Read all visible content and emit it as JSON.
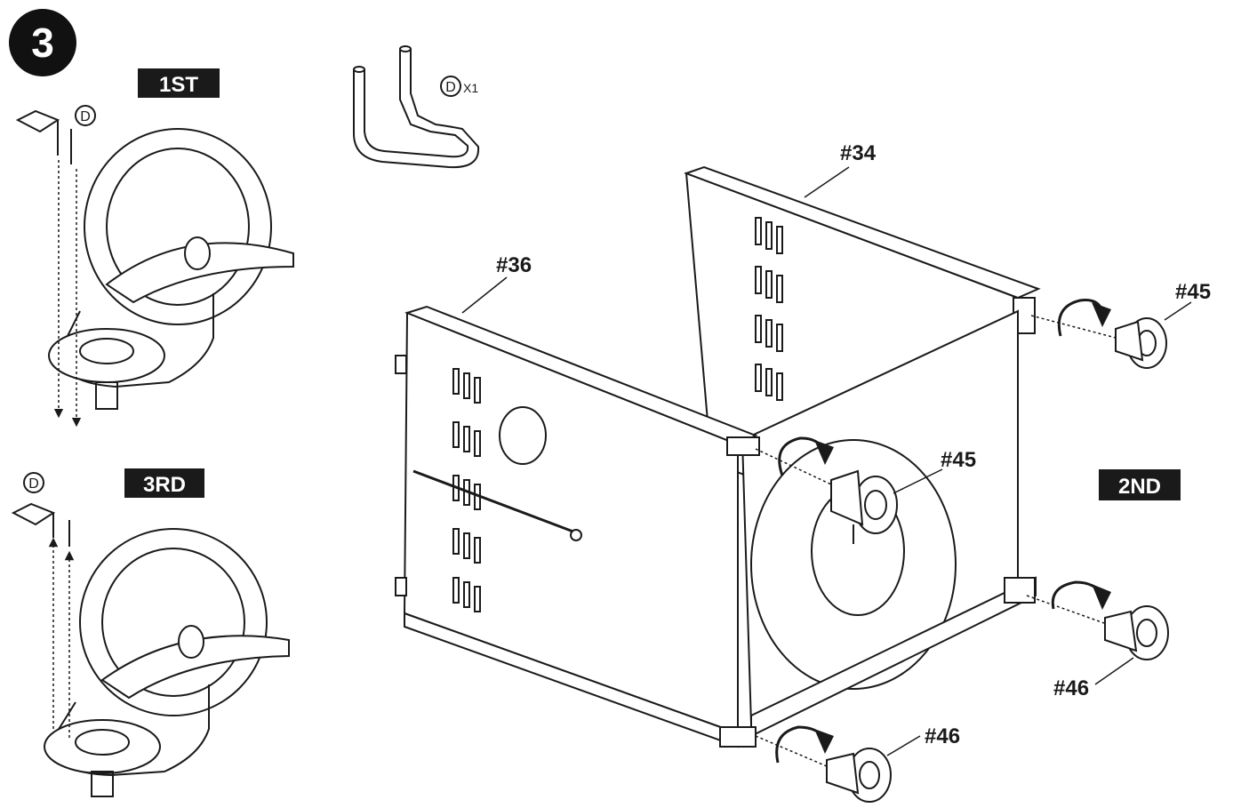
{
  "step": {
    "number": "3"
  },
  "stages": {
    "first": "1ST",
    "second": "2ND",
    "third": "3RD"
  },
  "hardware": {
    "letter": "D",
    "quantity": "X1"
  },
  "parts": {
    "panel_top": "#34",
    "panel_left": "#36",
    "caster_locking": "#45",
    "caster_plain": "#46"
  },
  "colors": {
    "ink": "#1a1a1a",
    "badge": "#111111",
    "paper": "#ffffff"
  }
}
